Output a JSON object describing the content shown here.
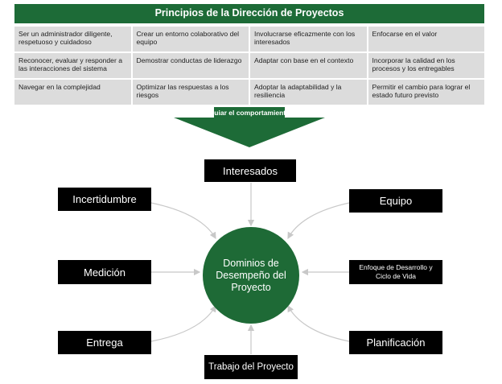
{
  "header": {
    "title": "Principios de la Dirección de Proyectos"
  },
  "principles": [
    [
      "Ser un administrador diligente, respetuoso y cuidadoso",
      "Crear un entorno colaborativo del equipo",
      "Involucrarse eficazmente con los interesados",
      "Enfocarse en el valor"
    ],
    [
      "Reconocer, evaluar y responder a las interacciones del sistema",
      "Demostrar conductas de liderazgo",
      "Adaptar con base en el contexto",
      "Incorporar la calidad en los procesos y los entregables"
    ],
    [
      "Navegar en la complejidad",
      "Optimizar las respuestas a los riesgos",
      "Adoptar la adaptabilidad y la resiliencia",
      "Permitir el cambio para lograr el estado futuro previsto"
    ]
  ],
  "arrow": {
    "label": "Guiar el comportamiento"
  },
  "center": {
    "label": "Dominios de Desempeño del Proyecto"
  },
  "domains": {
    "top": "Interesados",
    "upper_left": "Incertidumbre",
    "upper_right": "Equipo",
    "middle_left": "Medición",
    "middle_right": "Enfoque de Desarrollo y Ciclo de Vida",
    "lower_left": "Entrega",
    "lower_right": "Planificación",
    "bottom": "Trabajo del Proyecto"
  },
  "colors": {
    "green": "#1d6b37",
    "cell_gray": "#dcdcdc",
    "box": "#000000",
    "connector": "#c8c8c8"
  }
}
